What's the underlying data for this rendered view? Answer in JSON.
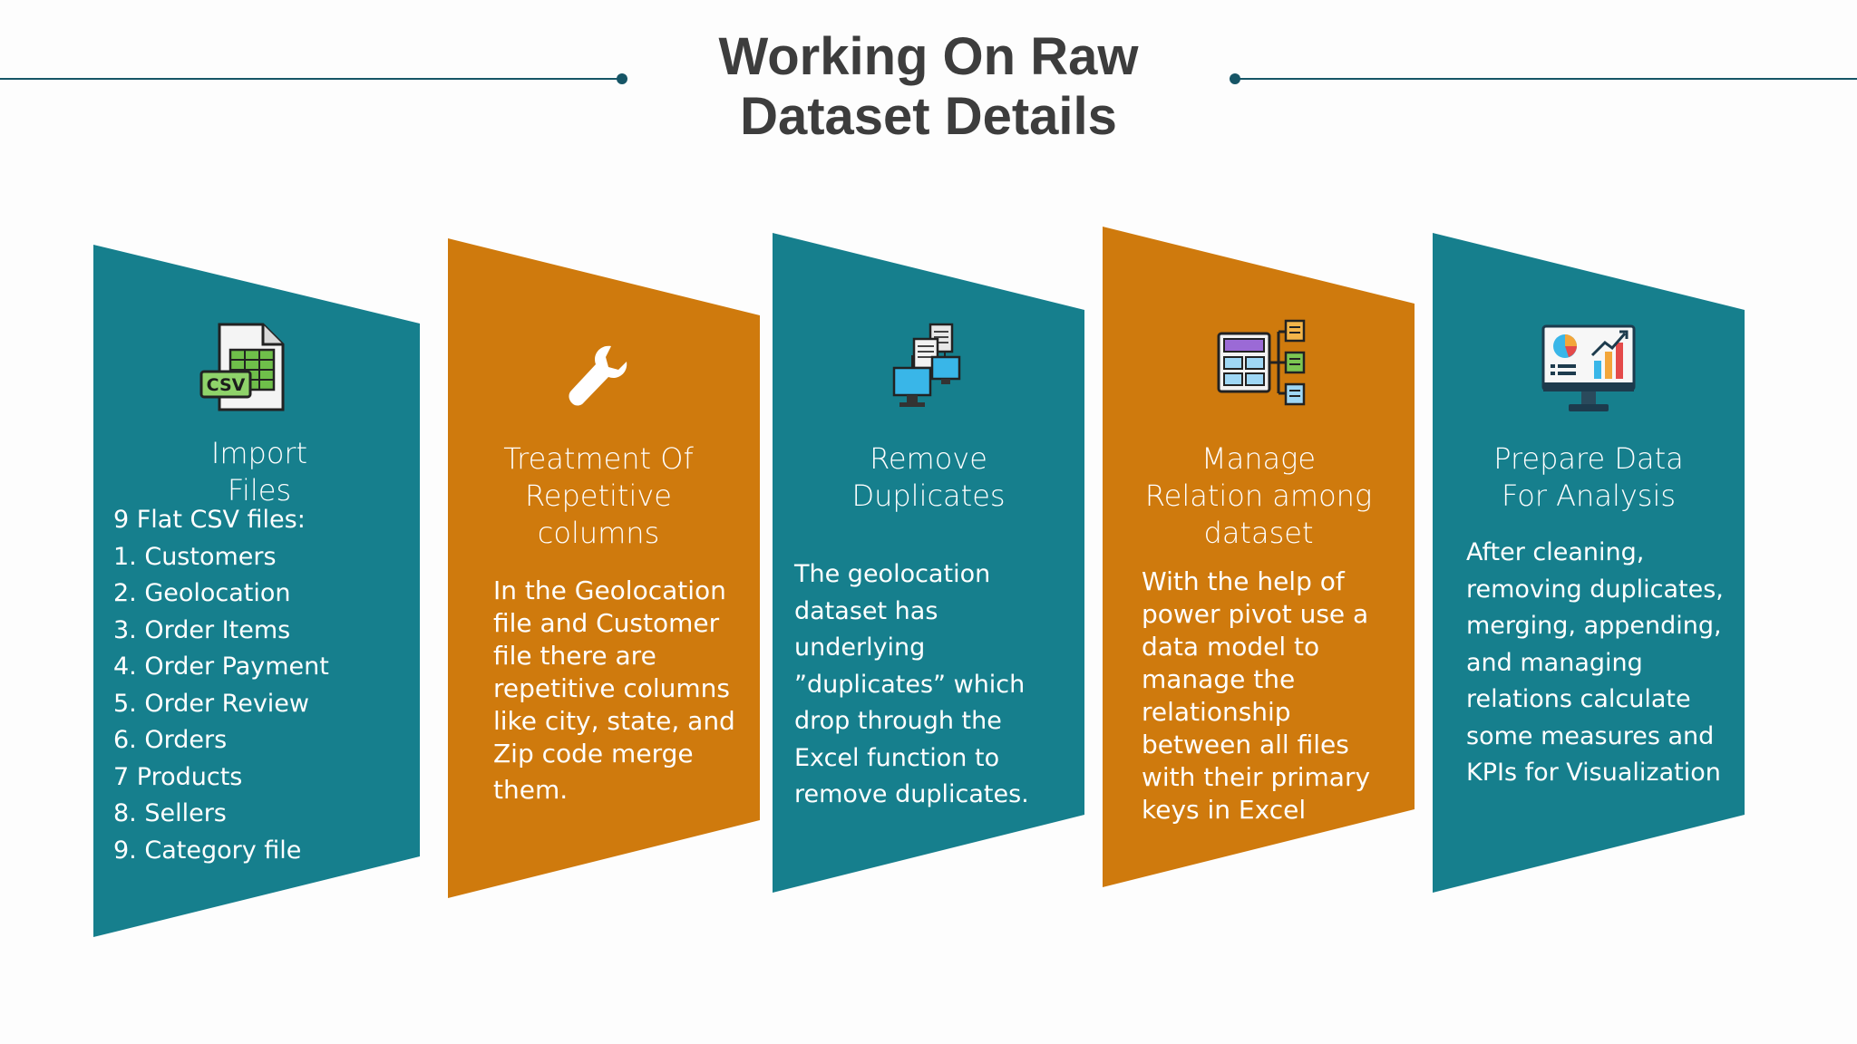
{
  "title": {
    "line1": "Working On Raw",
    "line2": "Dataset Details"
  },
  "colors": {
    "teal": "#167f8d",
    "orange": "#cf7a0d",
    "rule": "#165566",
    "title": "#3d3d3d"
  },
  "steps": [
    {
      "icon": "csv-file-icon",
      "heading": [
        "Import",
        "Files"
      ],
      "list_head": "9 Flat CSV files:",
      "items": [
        "1. Customers",
        "2. Geolocation",
        "3. Order Items",
        "4. Order Payment",
        "5. Order Review",
        "6. Orders",
        "7 Products",
        "8. Sellers",
        "9. Category file"
      ]
    },
    {
      "icon": "wrench-icon",
      "heading": [
        "Treatment Of",
        "Repetitive",
        "columns"
      ],
      "text": [
        "In the Geolocation",
        "file and Customer",
        "file there are",
        "repetitive columns",
        "like city, state, and",
        "Zip code merge",
        "them."
      ]
    },
    {
      "icon": "network-computers-icon",
      "heading": [
        "Remove",
        "Duplicates"
      ],
      "text": [
        "The geolocation",
        "dataset has",
        "underlying",
        "”duplicates” which",
        "drop through the",
        "Excel function to",
        "remove duplicates."
      ]
    },
    {
      "icon": "data-model-icon",
      "heading": [
        "Manage",
        "Relation among",
        "dataset"
      ],
      "text": [
        "With the help of",
        "power pivot use a",
        "data model to",
        "manage the",
        "relationship",
        "between all files",
        "with their primary",
        "keys in Excel"
      ]
    },
    {
      "icon": "analytics-monitor-icon",
      "heading": [
        "Prepare Data",
        "For Analysis"
      ],
      "text": [
        "After cleaning,",
        "removing duplicates,",
        "merging, appending,",
        "and managing",
        "relations calculate",
        "some measures and",
        "KPIs for Visualization"
      ]
    }
  ]
}
